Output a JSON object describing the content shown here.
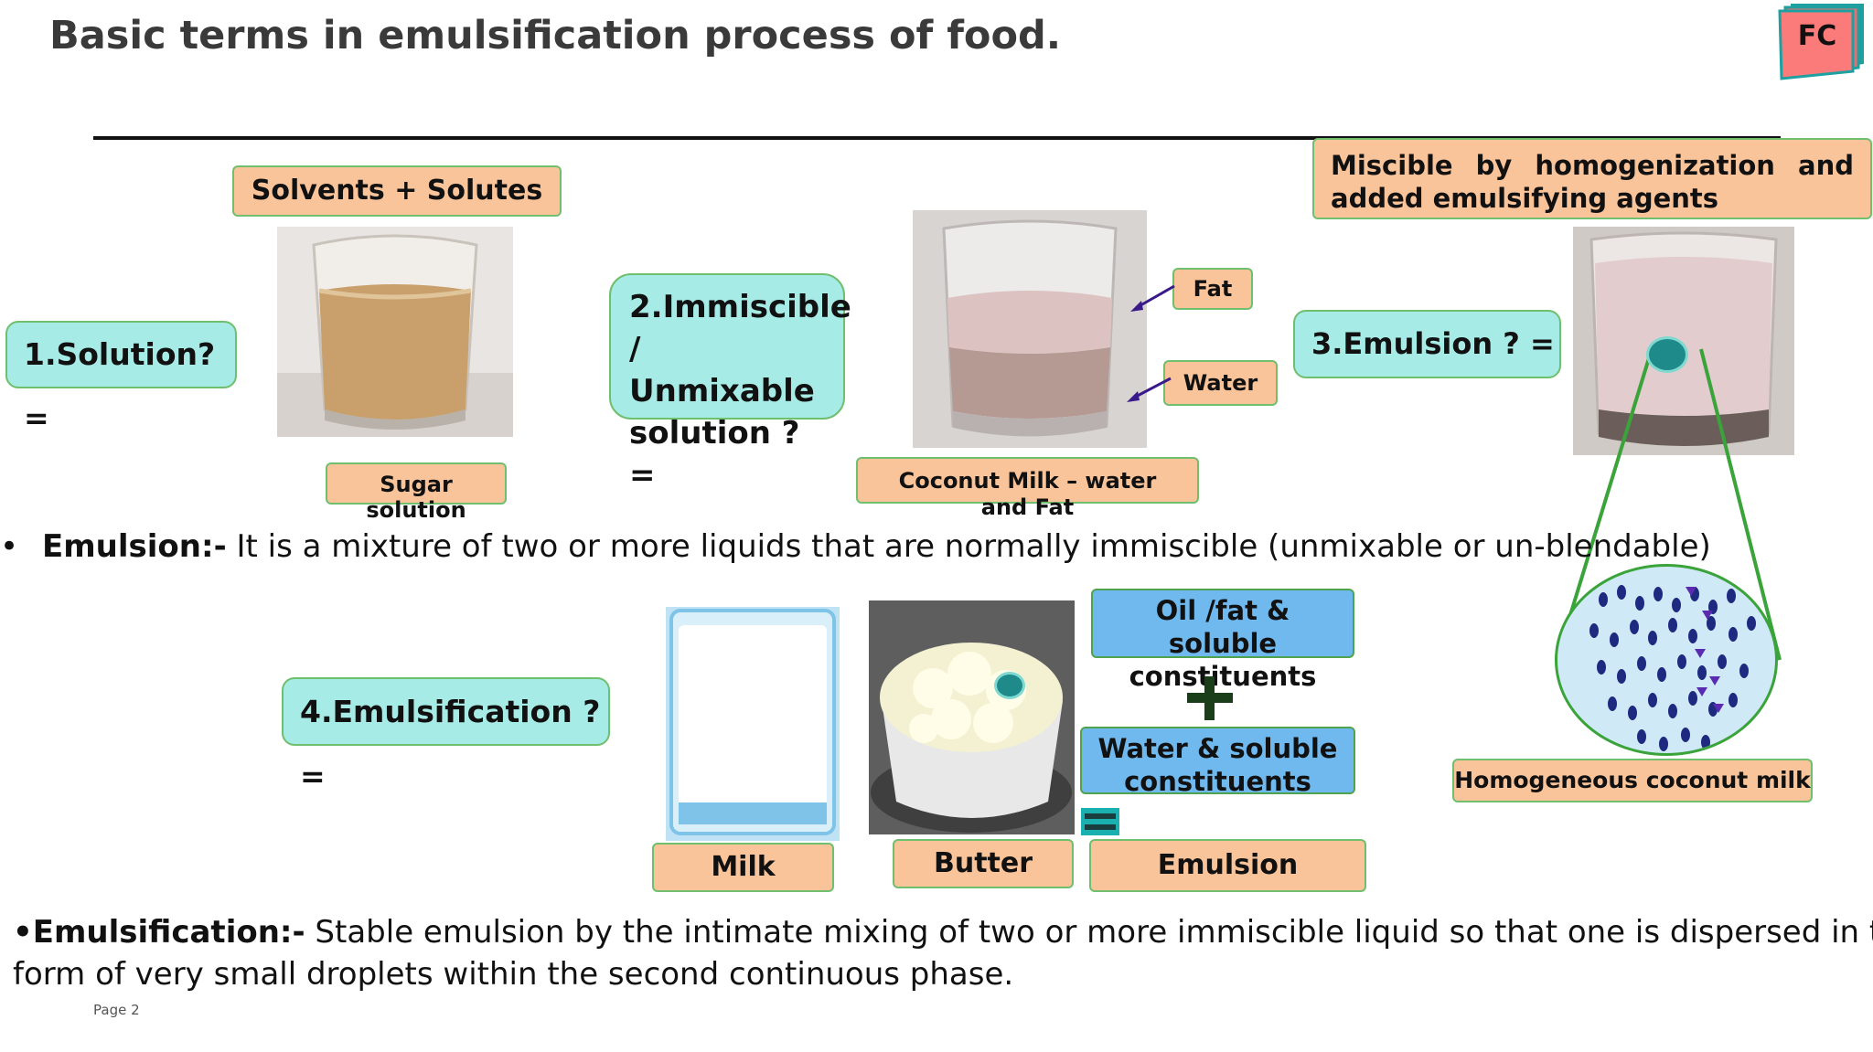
{
  "slide": {
    "title": "Basic terms in emulsification process of food.",
    "badge": "FC",
    "page_label": "Page 2"
  },
  "labels": {
    "solvents_solutes": "Solvents  + Solutes",
    "solution_q": "1.Solution? =",
    "sugar_solution": "Sugar solution",
    "immiscible_q": "2.Immiscible / Unmixable solution ? =",
    "fat": "Fat",
    "water": "Water",
    "coconut_milk": "Coconut Milk – water and Fat",
    "miscible": "Miscible by homogenization and added emulsifying agents",
    "emulsion_q": "3.Emulsion ? =",
    "homogeneous": "Homogeneous coconut milk",
    "emulsification_q": "4.Emulsification ? =",
    "oil_fat": "Oil /fat & soluble constituents",
    "water_soluble": "Water & soluble constituents",
    "milk": "Milk",
    "butter": "Butter",
    "emulsion": "Emulsion"
  },
  "definitions": {
    "bullet": "•",
    "emulsion_term": "Emulsion:-",
    "emulsion_text": " It is a mixture of two or more liquids that are normally immiscible (unmixable or un-blendable)",
    "emulsification_term": "•Emulsification:-",
    "emulsification_text_1": " Stable emulsion by the intimate mixing of two or more immiscible liquid so that one is dispersed in the",
    "emulsification_text_2": "form of very small droplets within the second continuous phase."
  },
  "colors": {
    "orange_box": "#fac49a",
    "teal_box": "#a6ebe6",
    "blue_box": "#6fb9ee",
    "box_border": "#6fbf6f",
    "badge": "#fb7b7b",
    "arrow": "#3a1a8a"
  },
  "icons": {
    "plus": "plus-icon",
    "equals": "equals-icon",
    "arrow": "arrow-icon"
  }
}
